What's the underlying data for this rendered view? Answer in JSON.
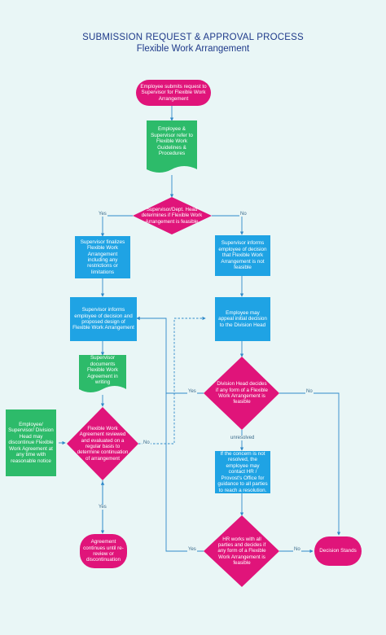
{
  "title": "SUBMISSION REQUEST & APPROVAL PROCESS",
  "subtitle": "Flexible Work Arrangement",
  "nodes": {
    "start": "Employee submits request to Supervisor for Flexible Work Arrangement",
    "refer": "Employee & Supervisor refer to Flexible Work Guidelines & Procedures",
    "determine": "Supervisor/Dept. Head determines if Flexible Work Arrangement is feasible",
    "finalize": "Supervisor finalizes Flexible Work Arrangement including any restrictions or limitations",
    "informs_yes": "Supervisor informs employee of decision and proposed design of Flexible Work Arrangement",
    "documents": "Supervisor documents Flexible Work Agreement in writing",
    "review": "Flexible Work Agreement reviewed and evaluated on a regular basis to determine continuation of arrangement",
    "discontinue_note": "Employee/ Supervisor/ Division Head may discontinue Flexible Work Agreement at any time with reasonable notice",
    "continues": "Agreement continues until re-review or discontinuation",
    "informs_no": "Supervisor informs employee of decision that Flexible Work Arrangement is not feasible",
    "appeal": "Employee may appeal initial decision to the Division Head",
    "division": "Division Head decides if any form of a Flexible Work Arrangement is feasible",
    "unresolved_box": "If the concern is not resolved, the employee may contact HR / Provost's Office for guidance to all parties to reach a resolution.",
    "hr": "HR works with all parties and decides if any form of a Flexible Work Arrangement is feasible",
    "stands": "Decision Stands"
  },
  "edge_labels": {
    "yes1": "Yes",
    "no1": "No",
    "no_review": "No",
    "yes_review": "Yes",
    "yes_division": "Yes",
    "no_division": "No",
    "unresolved": "unresolved",
    "yes_hr": "Yes",
    "no_hr": "No"
  },
  "colors": {
    "magenta": "#e0147a",
    "blue": "#1fa3e4",
    "green": "#2dbb6a",
    "line": "#2f89c9",
    "title": "#1f3a8a"
  }
}
